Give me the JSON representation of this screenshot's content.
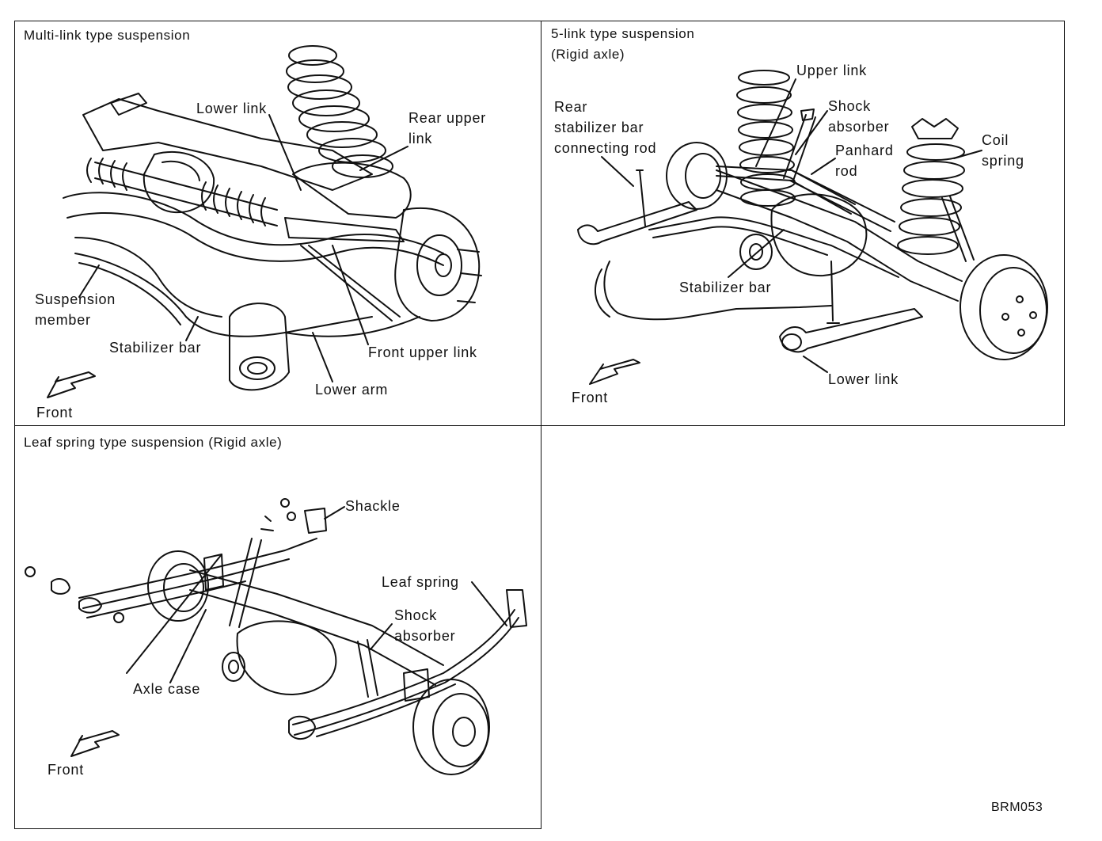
{
  "panels": {
    "multilink": {
      "title": "Multi-link type suspension",
      "labels": {
        "lower_link": "Lower link",
        "rear_upper_link": "Rear upper\nlink",
        "suspension_member": "Suspension\nmember",
        "stabilizer_bar": "Stabilizer bar",
        "front_upper_link": "Front upper link",
        "lower_arm": "Lower arm",
        "front": "Front"
      }
    },
    "fivelink": {
      "title": "5-link type suspension\n(Rigid axle)",
      "labels": {
        "rear_stabilizer_rod": "Rear\nstabilizer bar\nconnecting rod",
        "upper_link": "Upper link",
        "shock_absorber": "Shock\nabsorber",
        "panhard_rod": "Panhard\nrod",
        "coil_spring": "Coil\nspring",
        "stabilizer_bar": "Stabilizer bar",
        "lower_link": "Lower link",
        "front": "Front"
      }
    },
    "leafspring": {
      "title": "Leaf spring type suspension (Rigid axle)",
      "labels": {
        "shackle": "Shackle",
        "leaf_spring": "Leaf spring",
        "shock_absorber": "Shock\nabsorber",
        "axle_case": "Axle case",
        "front": "Front"
      }
    }
  },
  "figure_code": "BRM053",
  "icons": {
    "front_arrow": "front-arrow-icon"
  }
}
